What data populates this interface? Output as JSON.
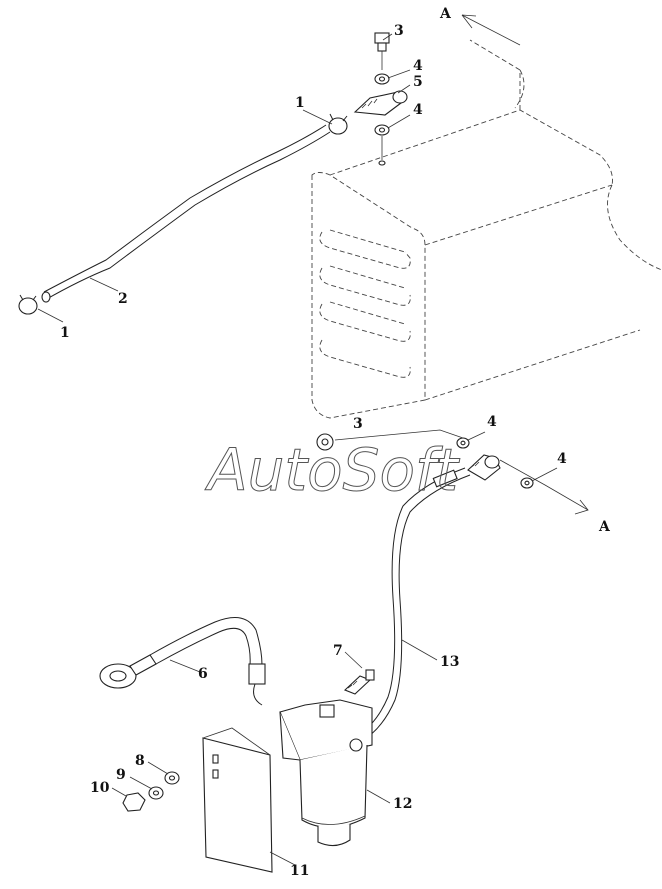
{
  "watermark": "AutoSoft",
  "section_marker": "A",
  "callouts": {
    "c1_top": "1",
    "c1_left": "1",
    "c2": "2",
    "c3_top": "3",
    "c4_top_a": "4",
    "c5": "5",
    "c4_top_b": "4",
    "c3_mid": "3",
    "c4_mid_a": "4",
    "c4_mid_b": "4",
    "c6": "6",
    "c7": "7",
    "c8": "8",
    "c9": "9",
    "c10": "10",
    "c11": "11",
    "c12": "12",
    "c13": "13"
  }
}
